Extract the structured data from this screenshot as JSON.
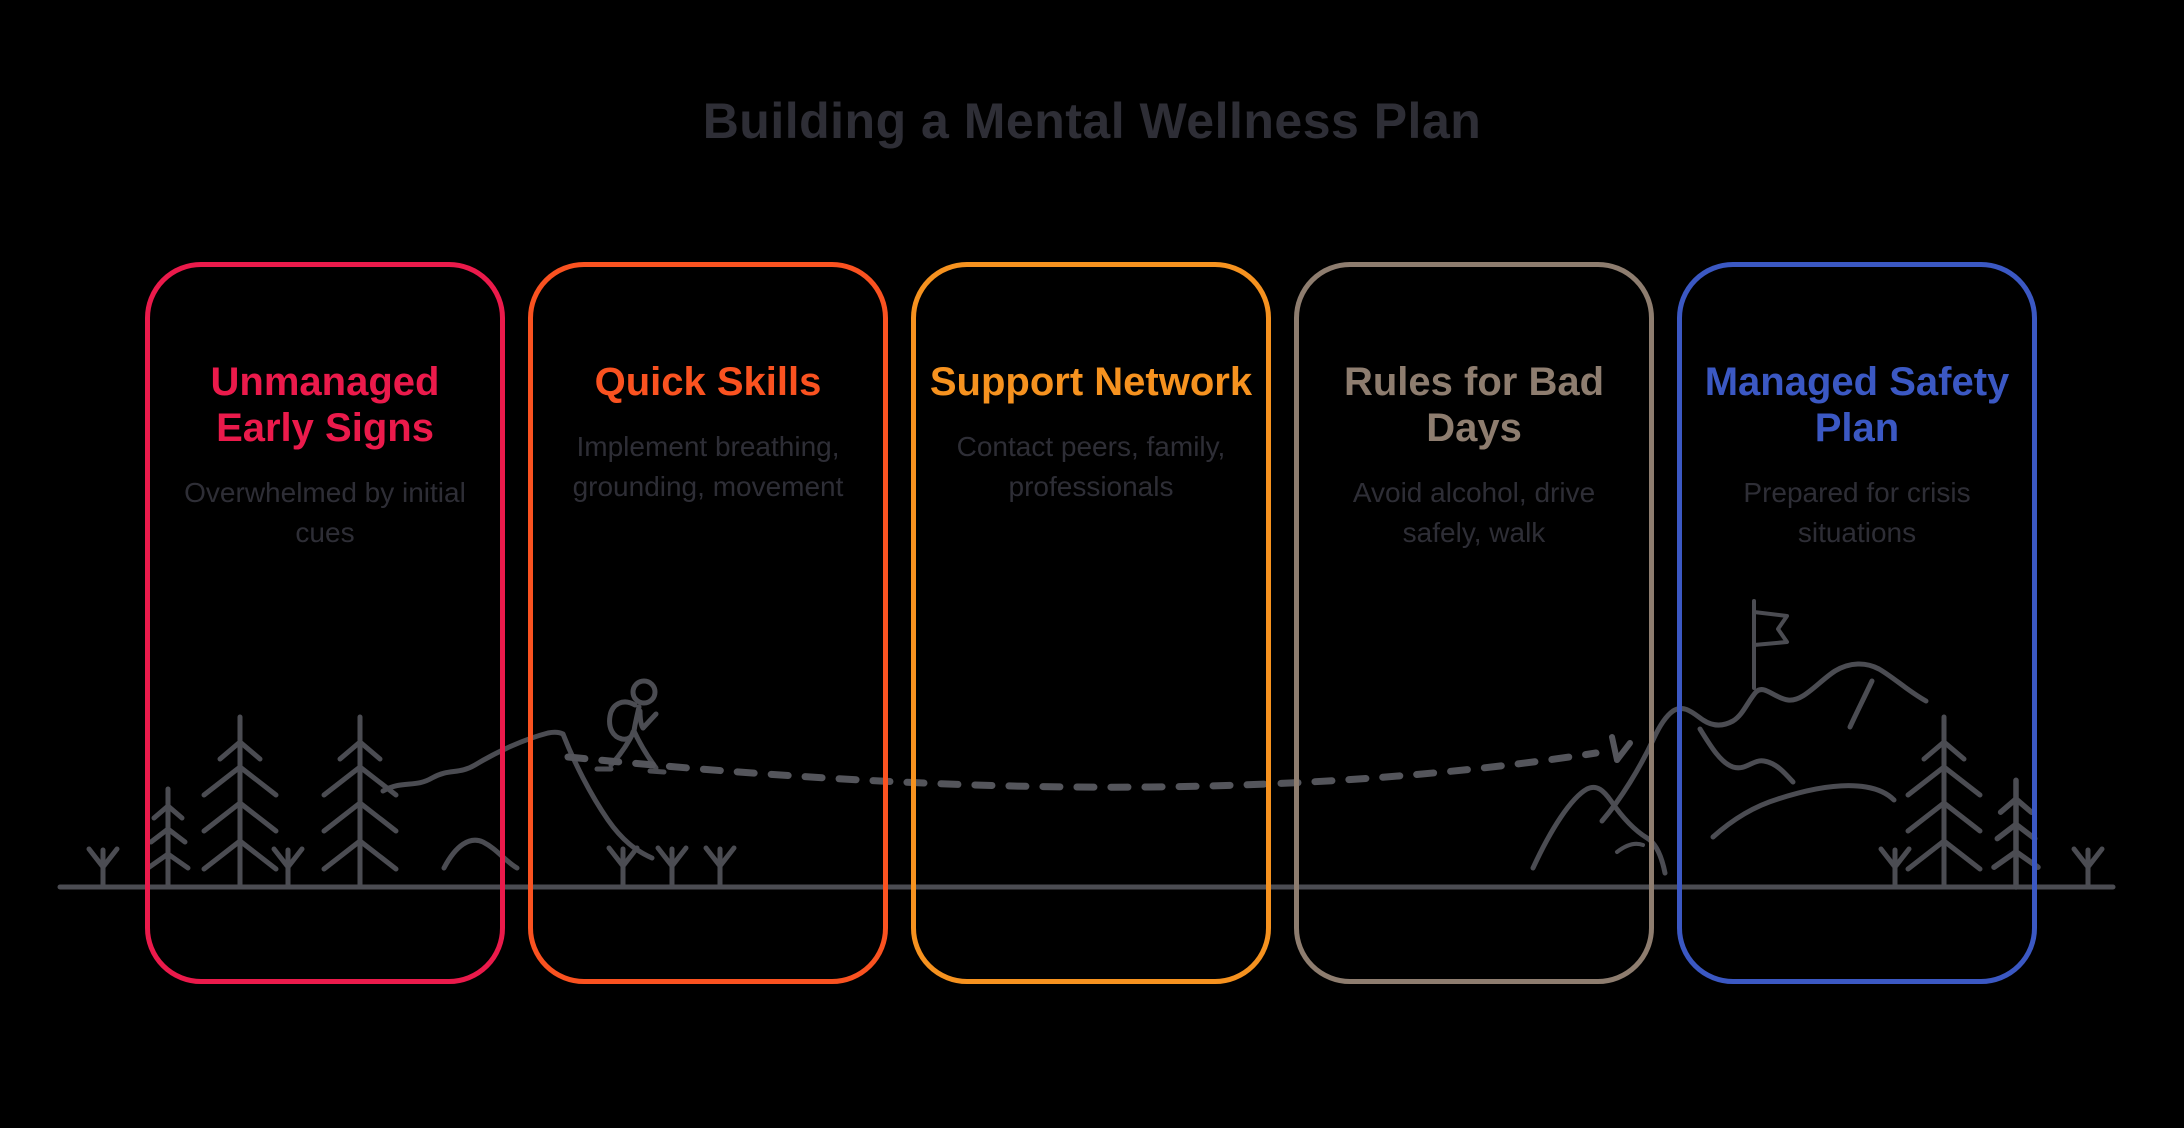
{
  "title": "Building a Mental Wellness Plan",
  "colors": {
    "bg": "#000000",
    "ink": "#2e2e36",
    "sketch": "#4b4c52",
    "trail": "#54555b"
  },
  "stages": [
    {
      "title": "Unmanaged\nEarly Signs",
      "description": "Overwhelmed by initial\ncues",
      "accent": "#eb1a4b"
    },
    {
      "title": "Quick Skills",
      "description": "Implement breathing,\ngrounding, movement",
      "accent": "#fa5220"
    },
    {
      "title": "Support Network",
      "description": "Contact peers, family,\nprofessionals",
      "accent": "#f6921f"
    },
    {
      "title": "Rules for Bad\nDays",
      "description": "Avoid alcohol, drive\nsafely, walk",
      "accent": "#8e7d6f"
    },
    {
      "title": "Managed Safety\nPlan",
      "description": "Prepared for crisis\nsituations",
      "accent": "#3b58c3"
    }
  ],
  "illustration": {
    "elements": [
      "ground-line",
      "pine-tree-icon",
      "sprout-icon",
      "hill-ridge-line",
      "hiker-icon",
      "trail-dashed-line",
      "trail-arrow-icon",
      "foothill-line",
      "mountain-ridge-line",
      "summit-flag-icon"
    ]
  }
}
